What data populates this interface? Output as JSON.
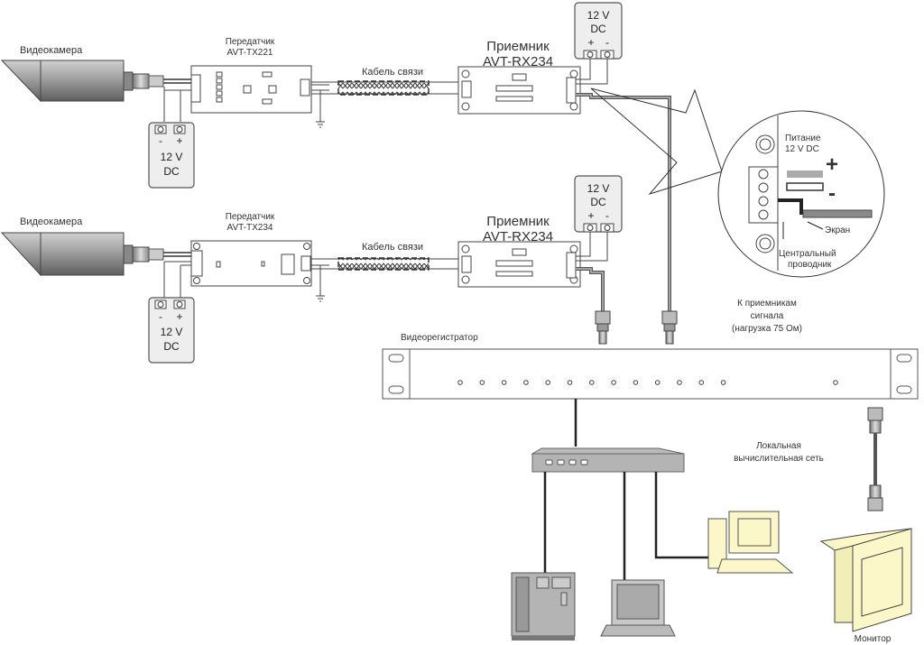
{
  "labels": {
    "camera": "Видеокамера",
    "transmitter": "Передатчик",
    "tx1_model": "AVT-TX221",
    "tx2_model": "AVT-TX234",
    "receiver": "Приемник",
    "rx_model": "AVT-RX234",
    "cable": "Кабель связи",
    "psu_voltage": "12 V",
    "psu_type": "DC",
    "plus": "+",
    "minus": "-",
    "power_title": "Питание",
    "power_voltage": "12 V DC",
    "screen": "Экран",
    "center_conductor_1": "Центральный",
    "center_conductor_2": "проводник",
    "to_receivers_1": "К приемникам",
    "to_receivers_2": "сигнала",
    "to_receivers_3": "(нагрузка 75 Ом)",
    "dvr": "Видеорегистратор",
    "lan_1": "Локальная",
    "lan_2": "вычислительная сеть",
    "monitor": "Монитор"
  },
  "colors": {
    "camera_dark": "#6e6e6e",
    "camera_light": "#c8c8c8",
    "psu_fill": "#ececec",
    "equipment_fill": "#b4b4b4",
    "beige": "#fbf7c8",
    "line": "#333333"
  },
  "dvr_port_count": 14
}
